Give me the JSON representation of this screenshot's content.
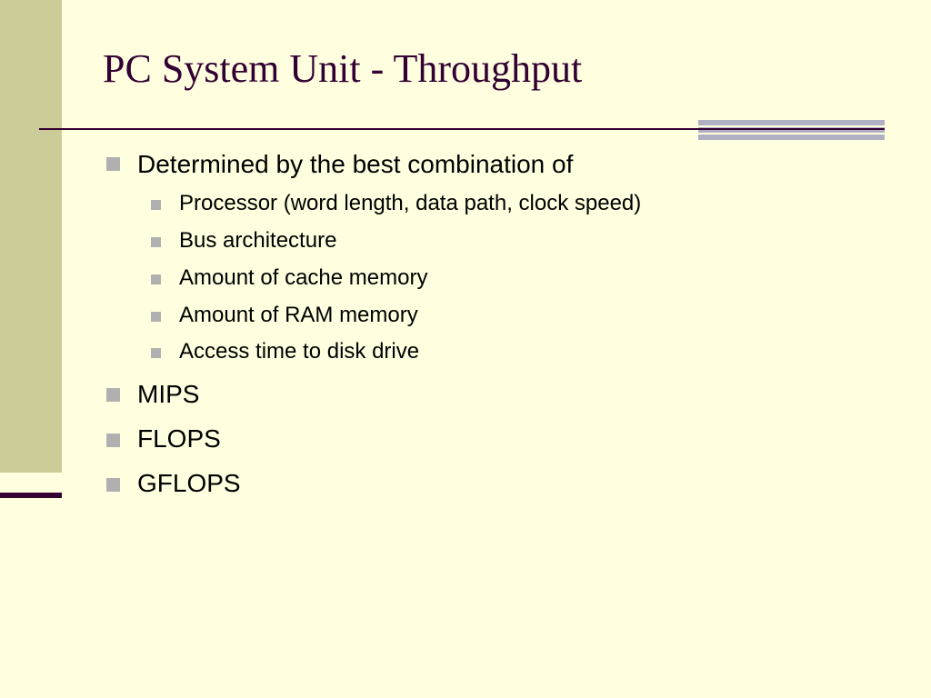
{
  "slide": {
    "title": "PC System Unit - Throughput",
    "bullets": [
      {
        "text": "Determined by the best combination of",
        "level": 1
      },
      {
        "text": "Processor (word length, data path, clock speed)",
        "level": 2
      },
      {
        "text": "Bus architecture",
        "level": 2
      },
      {
        "text": "Amount of cache memory",
        "level": 2
      },
      {
        "text": "Amount of RAM memory",
        "level": 2
      },
      {
        "text": "Access time to disk drive",
        "level": 2
      },
      {
        "text": "MIPS",
        "level": 1
      },
      {
        "text": "FLOPS",
        "level": 1
      },
      {
        "text": "GFLOPS",
        "level": 1
      }
    ]
  },
  "colors": {
    "background": "#FFFFE0",
    "sidebar": "#CCCC99",
    "title": "#330033",
    "bullet_marker": "#B0B0B0",
    "text": "#000000"
  }
}
